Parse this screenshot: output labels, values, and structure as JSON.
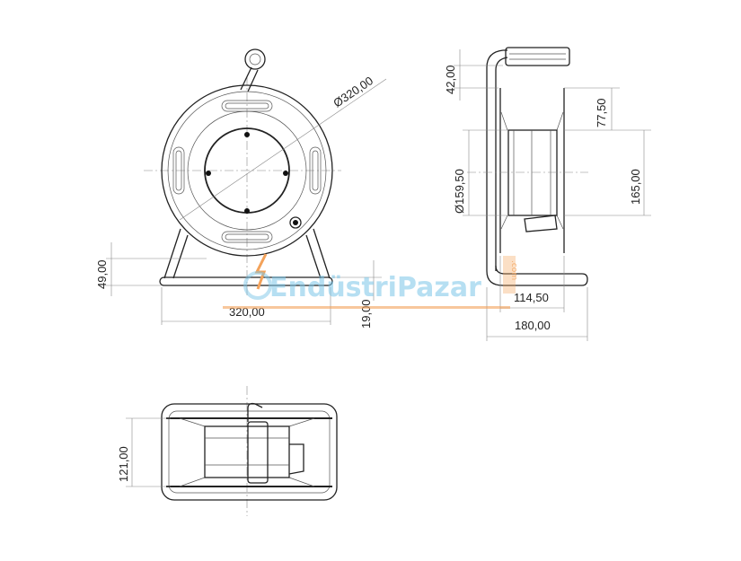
{
  "drawing": {
    "front_view": {
      "diameter_label": "Ø320,00",
      "height_label": "49,00",
      "width_label": "320,00",
      "base_label": "19,00"
    },
    "side_view": {
      "handle_label": "42,00",
      "flange_label": "77,50",
      "drum_diameter_label": "Ø159,50",
      "drum_height_label": "165,00",
      "drum_width_label": "114,50",
      "total_depth_label": "180,00"
    },
    "top_view": {
      "depth_label": "121,00"
    },
    "watermark": {
      "text": "EndüstriPazar",
      "suffix": ".com",
      "colors": {
        "primary": "#7cc6e8",
        "accent": "#f3a25a"
      }
    }
  }
}
